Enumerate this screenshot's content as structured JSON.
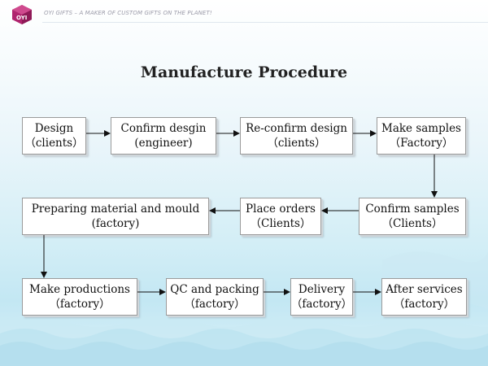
{
  "header": {
    "tagline": "OYI GIFTS – A MAKER OF CUSTOM GIFTS ON THE PLANET!",
    "logo_icon": "gift-box-logo",
    "brand_color": "#b0246e"
  },
  "title": "Manufacture Procedure",
  "steps": [
    {
      "id": "design",
      "line1": "Design",
      "line2": "（clients）"
    },
    {
      "id": "confirm-design",
      "line1": "Confirm desgin",
      "line2": "(engineer)"
    },
    {
      "id": "reconfirm",
      "line1": "Re-confirm design",
      "line2": "（clients）"
    },
    {
      "id": "make-samples",
      "line1": "Make samples",
      "line2": "（Factory）"
    },
    {
      "id": "confirm-samples",
      "line1": "Confirm samples",
      "line2": "（Clients）"
    },
    {
      "id": "place-orders",
      "line1": "Place orders",
      "line2": "（Clients）"
    },
    {
      "id": "preparing",
      "line1": "Preparing material and mould",
      "line2": "(factory)"
    },
    {
      "id": "productions",
      "line1": "Make productions",
      "line2": "（factory）"
    },
    {
      "id": "qc-packing",
      "line1": "QC and packing",
      "line2": "（factory）"
    },
    {
      "id": "delivery",
      "line1": "Delivery",
      "line2": "（factory）"
    },
    {
      "id": "after-services",
      "line1": "After services",
      "line2": "（factory）"
    }
  ]
}
